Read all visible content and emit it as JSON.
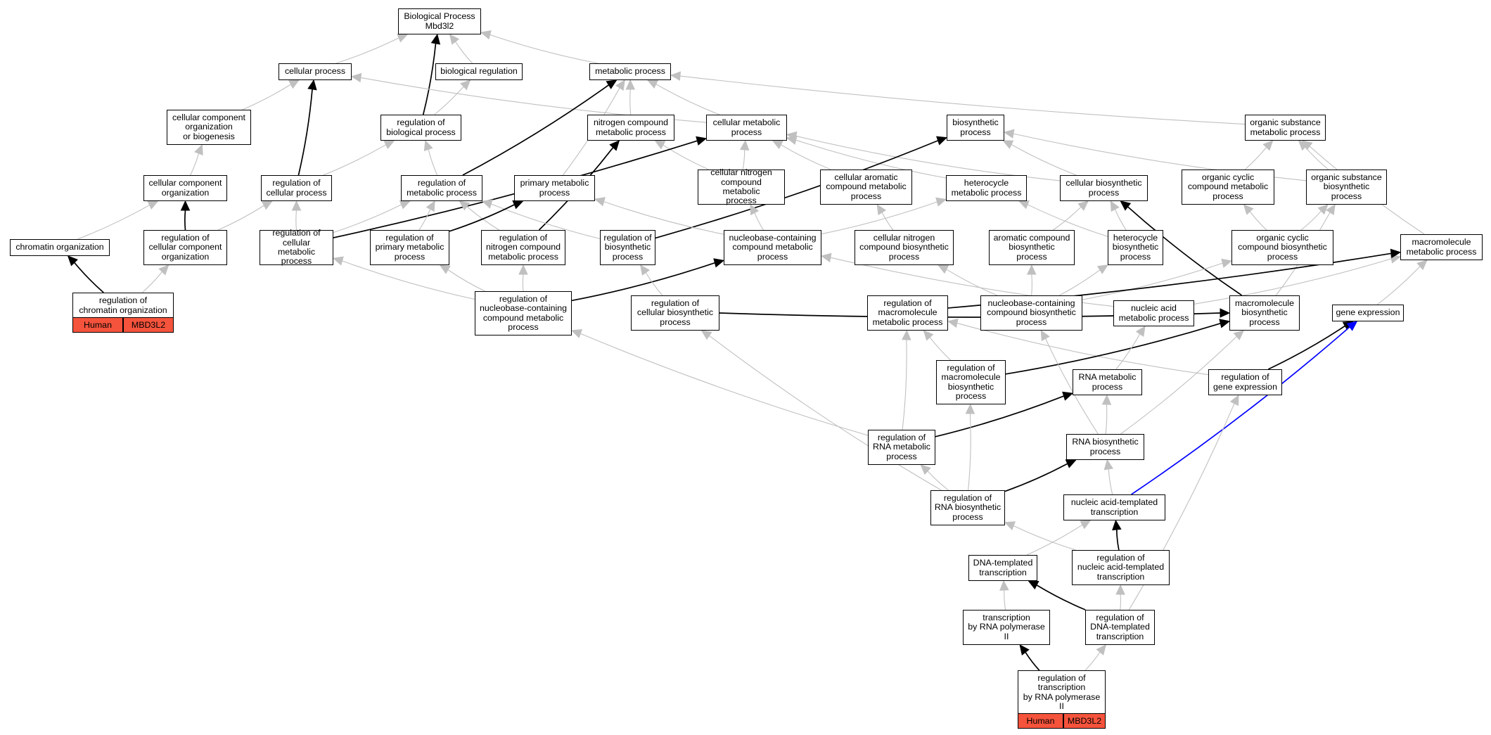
{
  "diagram": {
    "nodes": [
      {
        "id": "bp",
        "label": "Biological Process\nMbd3l2"
      },
      {
        "id": "cp",
        "label": "cellular process"
      },
      {
        "id": "breg",
        "label": "biological regulation"
      },
      {
        "id": "mp",
        "label": "metabolic process"
      },
      {
        "id": "ccob",
        "label": "cellular component\norganization\nor biogenesis"
      },
      {
        "id": "rbp",
        "label": "regulation of\nbiological process"
      },
      {
        "id": "ncmp",
        "label": "nitrogen compound\nmetabolic process"
      },
      {
        "id": "cmp",
        "label": "cellular metabolic\nprocess"
      },
      {
        "id": "bsp",
        "label": "biosynthetic\nprocess"
      },
      {
        "id": "osmp",
        "label": "organic substance\nmetabolic process"
      },
      {
        "id": "cco",
        "label": "cellular component\norganization"
      },
      {
        "id": "rcp",
        "label": "regulation of\ncellular process"
      },
      {
        "id": "rmp",
        "label": "regulation of\nmetabolic process"
      },
      {
        "id": "pmp",
        "label": "primary metabolic\nprocess"
      },
      {
        "id": "cncmp",
        "label": "cellular nitrogen\ncompound metabolic\nprocess"
      },
      {
        "id": "cacmp",
        "label": "cellular aromatic\ncompound metabolic\nprocess"
      },
      {
        "id": "hmp",
        "label": "heterocycle\nmetabolic process"
      },
      {
        "id": "cbp",
        "label": "cellular biosynthetic\nprocess"
      },
      {
        "id": "occmp",
        "label": "organic cyclic\ncompound metabolic\nprocess"
      },
      {
        "id": "osbp",
        "label": "organic substance\nbiosynthetic\nprocess"
      },
      {
        "id": "co",
        "label": "chromatin organization"
      },
      {
        "id": "rcco",
        "label": "regulation of\ncellular component\norganization"
      },
      {
        "id": "rcmp",
        "label": "regulation of\ncellular metabolic\nprocess"
      },
      {
        "id": "rpmp",
        "label": "regulation of\nprimary metabolic\nprocess"
      },
      {
        "id": "rncmp",
        "label": "regulation of\nnitrogen compound\nmetabolic process"
      },
      {
        "id": "rbsp",
        "label": "regulation of\nbiosynthetic\nprocess"
      },
      {
        "id": "nbcmp",
        "label": "nucleobase-containing\ncompound metabolic\nprocess"
      },
      {
        "id": "cncbp",
        "label": "cellular nitrogen\ncompound biosynthetic\nprocess"
      },
      {
        "id": "acbp",
        "label": "aromatic compound\nbiosynthetic\nprocess"
      },
      {
        "id": "hbp",
        "label": "heterocycle\nbiosynthetic\nprocess"
      },
      {
        "id": "occbp",
        "label": "organic cyclic\ncompound biosynthetic\nprocess"
      },
      {
        "id": "mmp",
        "label": "macromolecule\nmetabolic process"
      },
      {
        "id": "rco",
        "label": "regulation of\nchromatin organization"
      },
      {
        "id": "rnbcmp",
        "label": "regulation of\nnucleobase-containing\ncompound metabolic\nprocess"
      },
      {
        "id": "rcbp",
        "label": "regulation of\ncellular biosynthetic\nprocess"
      },
      {
        "id": "rmmp",
        "label": "regulation of\nmacromolecule\nmetabolic process"
      },
      {
        "id": "nbcbp",
        "label": "nucleobase-containing\ncompound biosynthetic\nprocess"
      },
      {
        "id": "namp",
        "label": "nucleic acid\nmetabolic process"
      },
      {
        "id": "mbp",
        "label": "macromolecule\nbiosynthetic\nprocess"
      },
      {
        "id": "ge",
        "label": "gene expression"
      },
      {
        "id": "rmbp",
        "label": "regulation of\nmacromolecule\nbiosynthetic\nprocess"
      },
      {
        "id": "rnamp",
        "label": "RNA metabolic\nprocess"
      },
      {
        "id": "rge",
        "label": "regulation of\ngene expression"
      },
      {
        "id": "rrmp",
        "label": "regulation of\nRNA metabolic\nprocess"
      },
      {
        "id": "rbsp2",
        "label": "RNA biosynthetic\nprocess"
      },
      {
        "id": "rrbp",
        "label": "regulation of\nRNA biosynthetic\nprocess"
      },
      {
        "id": "nat",
        "label": "nucleic acid-templated\ntranscription"
      },
      {
        "id": "dt",
        "label": "DNA-templated\ntranscription"
      },
      {
        "id": "rnat",
        "label": "regulation of\nnucleic acid-templated\ntranscription"
      },
      {
        "id": "trp",
        "label": "transcription\nby RNA polymerase\nII"
      },
      {
        "id": "rdt",
        "label": "regulation of\nDNA-templated\ntranscription"
      },
      {
        "id": "rtrp",
        "label": "regulation of\ntranscription\nby RNA polymerase\nII"
      }
    ],
    "badges": [
      {
        "id": "b1",
        "label": "Human"
      },
      {
        "id": "b2",
        "label": "MBD3L2"
      },
      {
        "id": "b3",
        "label": "Human"
      },
      {
        "id": "b4",
        "label": "MBD3L2"
      }
    ],
    "edges": [
      {
        "from": "cp",
        "to": "bp",
        "style": "grey"
      },
      {
        "from": "breg",
        "to": "bp",
        "style": "grey"
      },
      {
        "from": "mp",
        "to": "bp",
        "style": "grey"
      },
      {
        "from": "rbp",
        "to": "bp",
        "style": "black"
      },
      {
        "from": "ccob",
        "to": "cp",
        "style": "grey"
      },
      {
        "from": "rbp",
        "to": "breg",
        "style": "grey"
      },
      {
        "from": "cmp",
        "to": "cp",
        "style": "grey"
      },
      {
        "from": "rcp",
        "to": "cp",
        "style": "black"
      },
      {
        "from": "ncmp",
        "to": "mp",
        "style": "grey"
      },
      {
        "from": "cmp",
        "to": "mp",
        "style": "grey"
      },
      {
        "from": "osmp",
        "to": "mp",
        "style": "grey"
      },
      {
        "from": "pmp",
        "to": "mp",
        "style": "grey"
      },
      {
        "from": "rmp",
        "to": "mp",
        "style": "black"
      },
      {
        "from": "cco",
        "to": "ccob",
        "style": "grey"
      },
      {
        "from": "rcp",
        "to": "rbp",
        "style": "grey"
      },
      {
        "from": "rmp",
        "to": "rbp",
        "style": "grey"
      },
      {
        "from": "rncmp",
        "to": "ncmp",
        "style": "black"
      },
      {
        "from": "cncmp",
        "to": "ncmp",
        "style": "grey"
      },
      {
        "from": "cncmp",
        "to": "cmp",
        "style": "grey"
      },
      {
        "from": "cacmp",
        "to": "cmp",
        "style": "grey"
      },
      {
        "from": "hmp",
        "to": "cmp",
        "style": "grey"
      },
      {
        "from": "cbp",
        "to": "cmp",
        "style": "grey"
      },
      {
        "from": "rcmp",
        "to": "cmp",
        "style": "black"
      },
      {
        "from": "cbp",
        "to": "bsp",
        "style": "grey"
      },
      {
        "from": "osbp",
        "to": "bsp",
        "style": "grey"
      },
      {
        "from": "rbsp",
        "to": "bsp",
        "style": "black"
      },
      {
        "from": "occmp",
        "to": "osmp",
        "style": "grey"
      },
      {
        "from": "osbp",
        "to": "osmp",
        "style": "grey"
      },
      {
        "from": "mmp",
        "to": "osmp",
        "style": "grey"
      },
      {
        "from": "rcco",
        "to": "cco",
        "style": "black"
      },
      {
        "from": "co",
        "to": "cco",
        "style": "grey"
      },
      {
        "from": "rcco",
        "to": "rcp",
        "style": "grey"
      },
      {
        "from": "rcmp",
        "to": "rcp",
        "style": "grey"
      },
      {
        "from": "rcmp",
        "to": "rmp",
        "style": "grey"
      },
      {
        "from": "rpmp",
        "to": "rmp",
        "style": "grey"
      },
      {
        "from": "rncmp",
        "to": "rmp",
        "style": "grey"
      },
      {
        "from": "rbsp",
        "to": "rmp",
        "style": "grey"
      },
      {
        "from": "rpmp",
        "to": "pmp",
        "style": "black"
      },
      {
        "from": "nbcmp",
        "to": "pmp",
        "style": "grey"
      },
      {
        "from": "nbcmp",
        "to": "cncmp",
        "style": "grey"
      },
      {
        "from": "nbcmp",
        "to": "hmp",
        "style": "grey"
      },
      {
        "from": "cncbp",
        "to": "cacmp",
        "style": "grey"
      },
      {
        "from": "hbp",
        "to": "hmp",
        "style": "grey"
      },
      {
        "from": "acbp",
        "to": "cbp",
        "style": "grey"
      },
      {
        "from": "hbp",
        "to": "cbp",
        "style": "grey"
      },
      {
        "from": "mbp",
        "to": "cbp",
        "style": "black"
      },
      {
        "from": "occbp",
        "to": "occmp",
        "style": "grey"
      },
      {
        "from": "occbp",
        "to": "osbp",
        "style": "grey"
      },
      {
        "from": "mbp",
        "to": "osbp",
        "style": "grey"
      },
      {
        "from": "rco",
        "to": "co",
        "style": "black"
      },
      {
        "from": "rco",
        "to": "rcco",
        "style": "grey"
      },
      {
        "from": "rnbcmp",
        "to": "rcmp",
        "style": "grey"
      },
      {
        "from": "rnbcmp",
        "to": "rpmp",
        "style": "grey"
      },
      {
        "from": "rnbcmp",
        "to": "rncmp",
        "style": "grey"
      },
      {
        "from": "rnbcmp",
        "to": "nbcmp",
        "style": "black"
      },
      {
        "from": "rcbp",
        "to": "rbsp",
        "style": "grey"
      },
      {
        "from": "rcbp",
        "to": "mbp",
        "style": "black"
      },
      {
        "from": "nbcbp",
        "to": "cncbp",
        "style": "grey"
      },
      {
        "from": "nbcbp",
        "to": "acbp",
        "style": "grey"
      },
      {
        "from": "nbcbp",
        "to": "hbp",
        "style": "grey"
      },
      {
        "from": "nbcbp",
        "to": "occbp",
        "style": "grey"
      },
      {
        "from": "namp",
        "to": "nbcmp",
        "style": "grey"
      },
      {
        "from": "namp",
        "to": "mmp",
        "style": "grey"
      },
      {
        "from": "ge",
        "to": "mmp",
        "style": "grey"
      },
      {
        "from": "rmmp",
        "to": "mmp",
        "style": "black"
      },
      {
        "from": "rmbp",
        "to": "rmmp",
        "style": "grey"
      },
      {
        "from": "rrmp",
        "to": "rmmp",
        "style": "grey"
      },
      {
        "from": "rge",
        "to": "rmmp",
        "style": "grey"
      },
      {
        "from": "rmbp",
        "to": "mbp",
        "style": "black"
      },
      {
        "from": "rnamp",
        "to": "namp",
        "style": "grey"
      },
      {
        "from": "rrmp",
        "to": "rnamp",
        "style": "black"
      },
      {
        "from": "rbsp2",
        "to": "rnamp",
        "style": "grey"
      },
      {
        "from": "rbsp2",
        "to": "nbcbp",
        "style": "grey"
      },
      {
        "from": "rbsp2",
        "to": "mbp",
        "style": "grey"
      },
      {
        "from": "rge",
        "to": "ge",
        "style": "black"
      },
      {
        "from": "nat",
        "to": "ge",
        "style": "blue"
      },
      {
        "from": "rrmp",
        "to": "rnbcmp",
        "style": "grey"
      },
      {
        "from": "rrbp",
        "to": "rrmp",
        "style": "grey"
      },
      {
        "from": "rrbp",
        "to": "rmbp",
        "style": "grey"
      },
      {
        "from": "rrbp",
        "to": "rcbp",
        "style": "grey"
      },
      {
        "from": "rrbp",
        "to": "rbsp2",
        "style": "black"
      },
      {
        "from": "nat",
        "to": "rbsp2",
        "style": "grey"
      },
      {
        "from": "rnat",
        "to": "nat",
        "style": "black"
      },
      {
        "from": "rnat",
        "to": "rrbp",
        "style": "grey"
      },
      {
        "from": "dt",
        "to": "nat",
        "style": "grey"
      },
      {
        "from": "rdt",
        "to": "rnat",
        "style": "grey"
      },
      {
        "from": "rdt",
        "to": "dt",
        "style": "black"
      },
      {
        "from": "rdt",
        "to": "rge",
        "style": "grey"
      },
      {
        "from": "trp",
        "to": "dt",
        "style": "grey"
      },
      {
        "from": "rtrp",
        "to": "trp",
        "style": "black"
      },
      {
        "from": "rtrp",
        "to": "rdt",
        "style": "grey"
      }
    ],
    "colors": {
      "grey": "#c0c0c0",
      "black": "#000000",
      "blue": "#0000ff",
      "badge": "#f5533c"
    }
  }
}
